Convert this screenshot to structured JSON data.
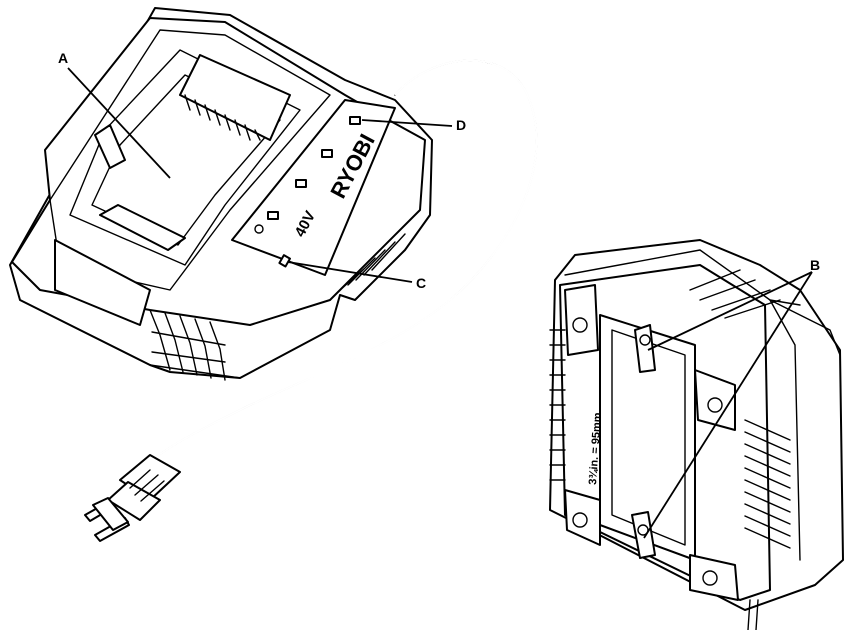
{
  "callouts": {
    "a": "A",
    "b": "B",
    "c": "C",
    "d": "D"
  },
  "charger": {
    "brand": "RYOBI",
    "voltage": "40V"
  },
  "mount_plate": {
    "dimension": "3¾in. = 95mm"
  },
  "icons": [
    "charger-icon",
    "led-indicator-icon",
    "power-plug-icon",
    "wall-mount-slot-icon"
  ]
}
